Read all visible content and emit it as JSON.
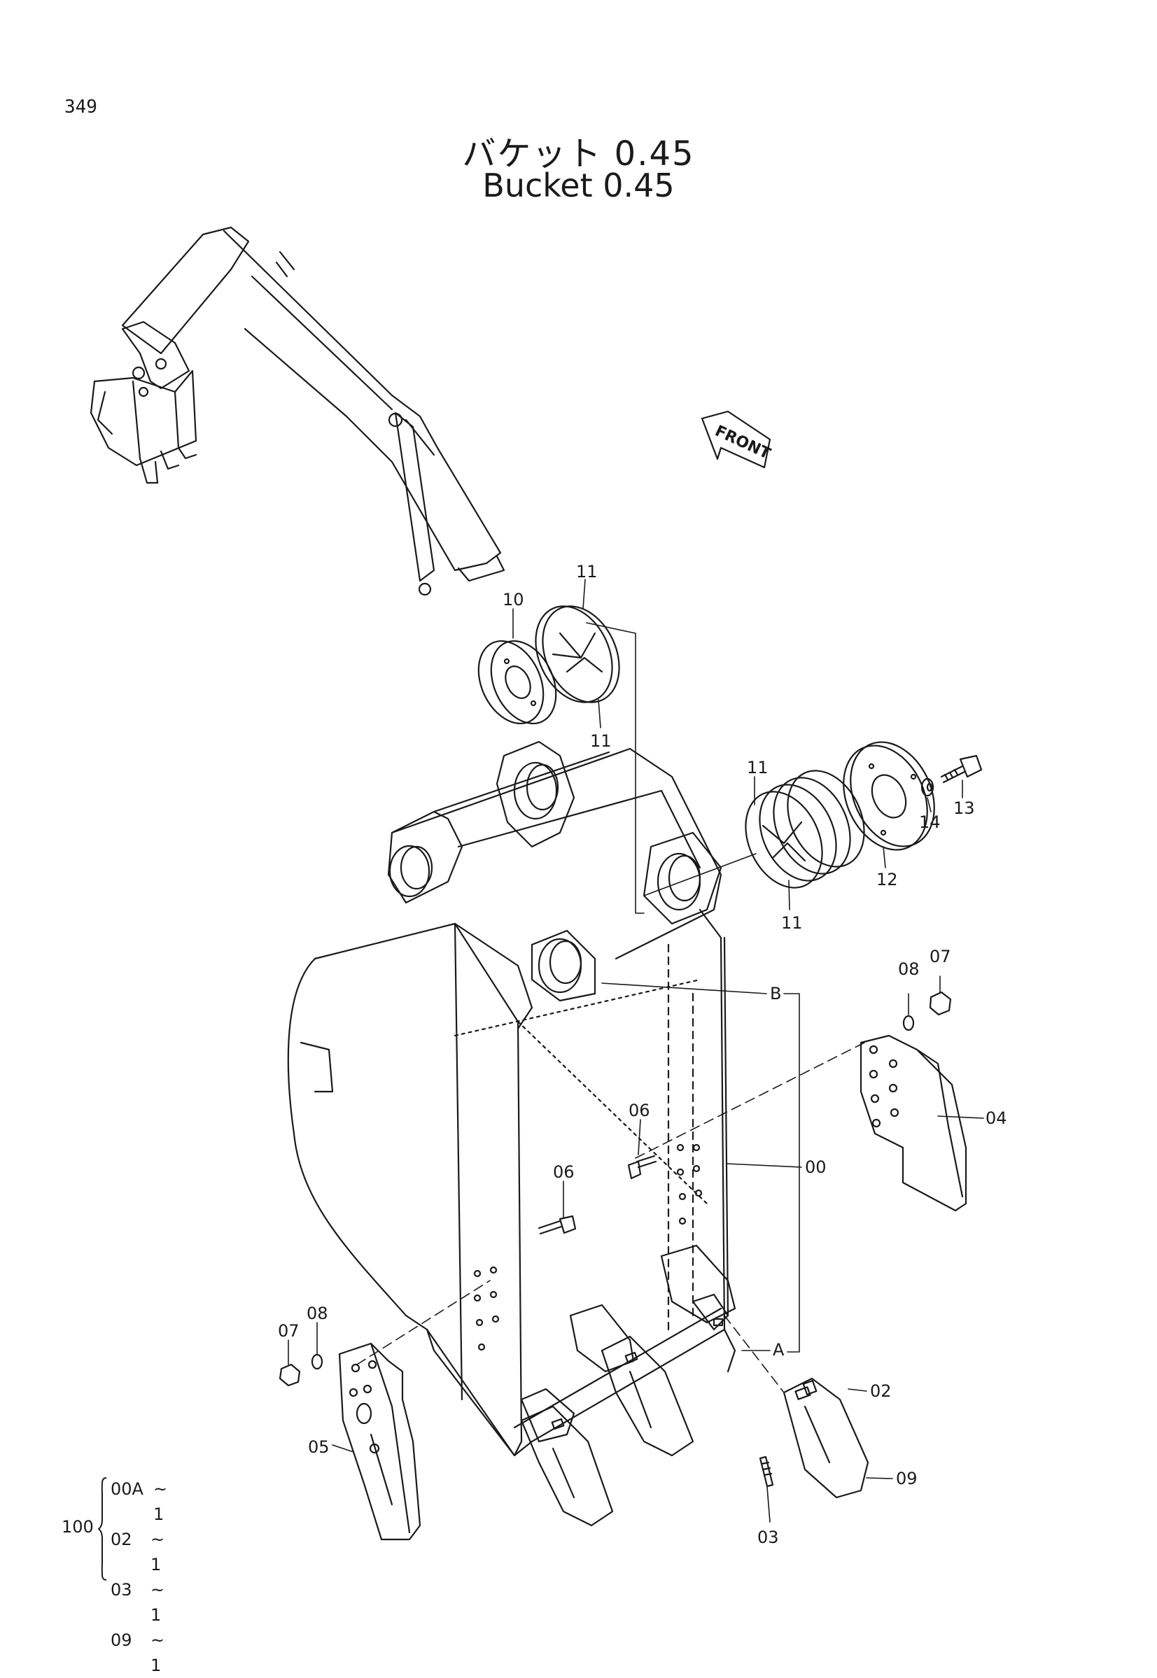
{
  "page_number": "349",
  "title_jp": "バケット 0.45",
  "title_en": "Bucket 0.45",
  "front_label": "FRONT",
  "callouts": {
    "p00": "00",
    "p02": "02",
    "p03": "03",
    "p04": "04",
    "p05": "05",
    "p06a": "06",
    "p06b": "06",
    "p07a": "07",
    "p07b": "07",
    "p08a": "08",
    "p08b": "08",
    "p09": "09",
    "p10": "10",
    "p11a": "11",
    "p11b": "11",
    "p11c": "11",
    "p11d": "11",
    "p12": "12",
    "p13": "13",
    "p14": "14",
    "refA": "A",
    "refB": "B"
  },
  "kit": {
    "number": "100",
    "items": [
      {
        "code": "00A",
        "qty": "~ 1"
      },
      {
        "code": "02",
        "qty": "~ 1"
      },
      {
        "code": "03",
        "qty": "~ 1"
      },
      {
        "code": "09",
        "qty": "~ 1"
      }
    ]
  }
}
